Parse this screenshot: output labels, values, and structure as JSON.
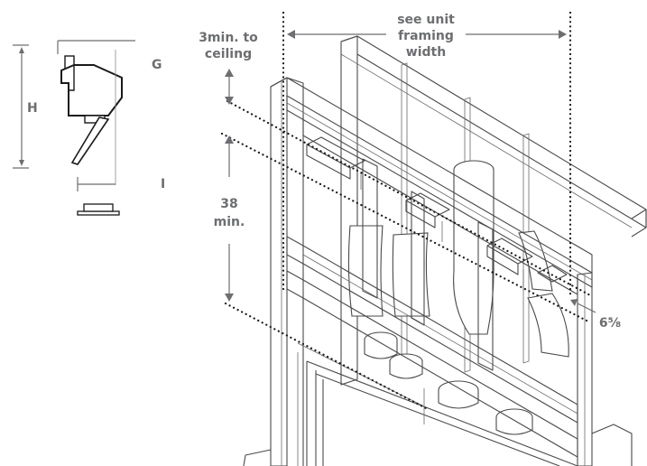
{
  "side_view": {
    "labels": {
      "h": "H",
      "g": "G",
      "i": "I"
    }
  },
  "main_view": {
    "labels": {
      "width_line1": "see unit",
      "width_line2": "framing",
      "width_line3": "width",
      "ceiling_line1": "3min. to",
      "ceiling_line2": "ceiling",
      "height_line1": "38",
      "height_line2": "min.",
      "depth": "6⅝"
    }
  },
  "colors": {
    "label_gray": "#6d6e71",
    "line_dark": "#4a4a4a",
    "dotted_guides": "#1a1a1a"
  }
}
